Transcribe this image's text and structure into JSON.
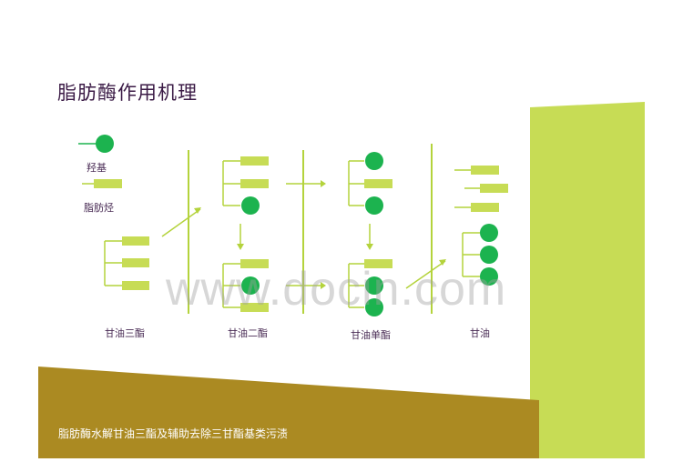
{
  "title": "脂肪酶作用机理",
  "legend": {
    "hydroxyl": "羟基",
    "fatty_acid": "脂肪烃"
  },
  "stages": [
    {
      "label": "甘油三酯"
    },
    {
      "label": "甘油二酯"
    },
    {
      "label": "甘油单酯"
    },
    {
      "label": "甘油"
    }
  ],
  "subtitle": "脂肪酶水解甘油三酯及辅助去除三甘酯基类污渍",
  "watermark": "www.docin.com",
  "colors": {
    "title": "#3b1b46",
    "green_circle": "#1cb34f",
    "bar": "#c7dc55",
    "line": "#b4d33c",
    "lime_panel": "#c7dc55",
    "olive_band": "#ab8a22"
  }
}
